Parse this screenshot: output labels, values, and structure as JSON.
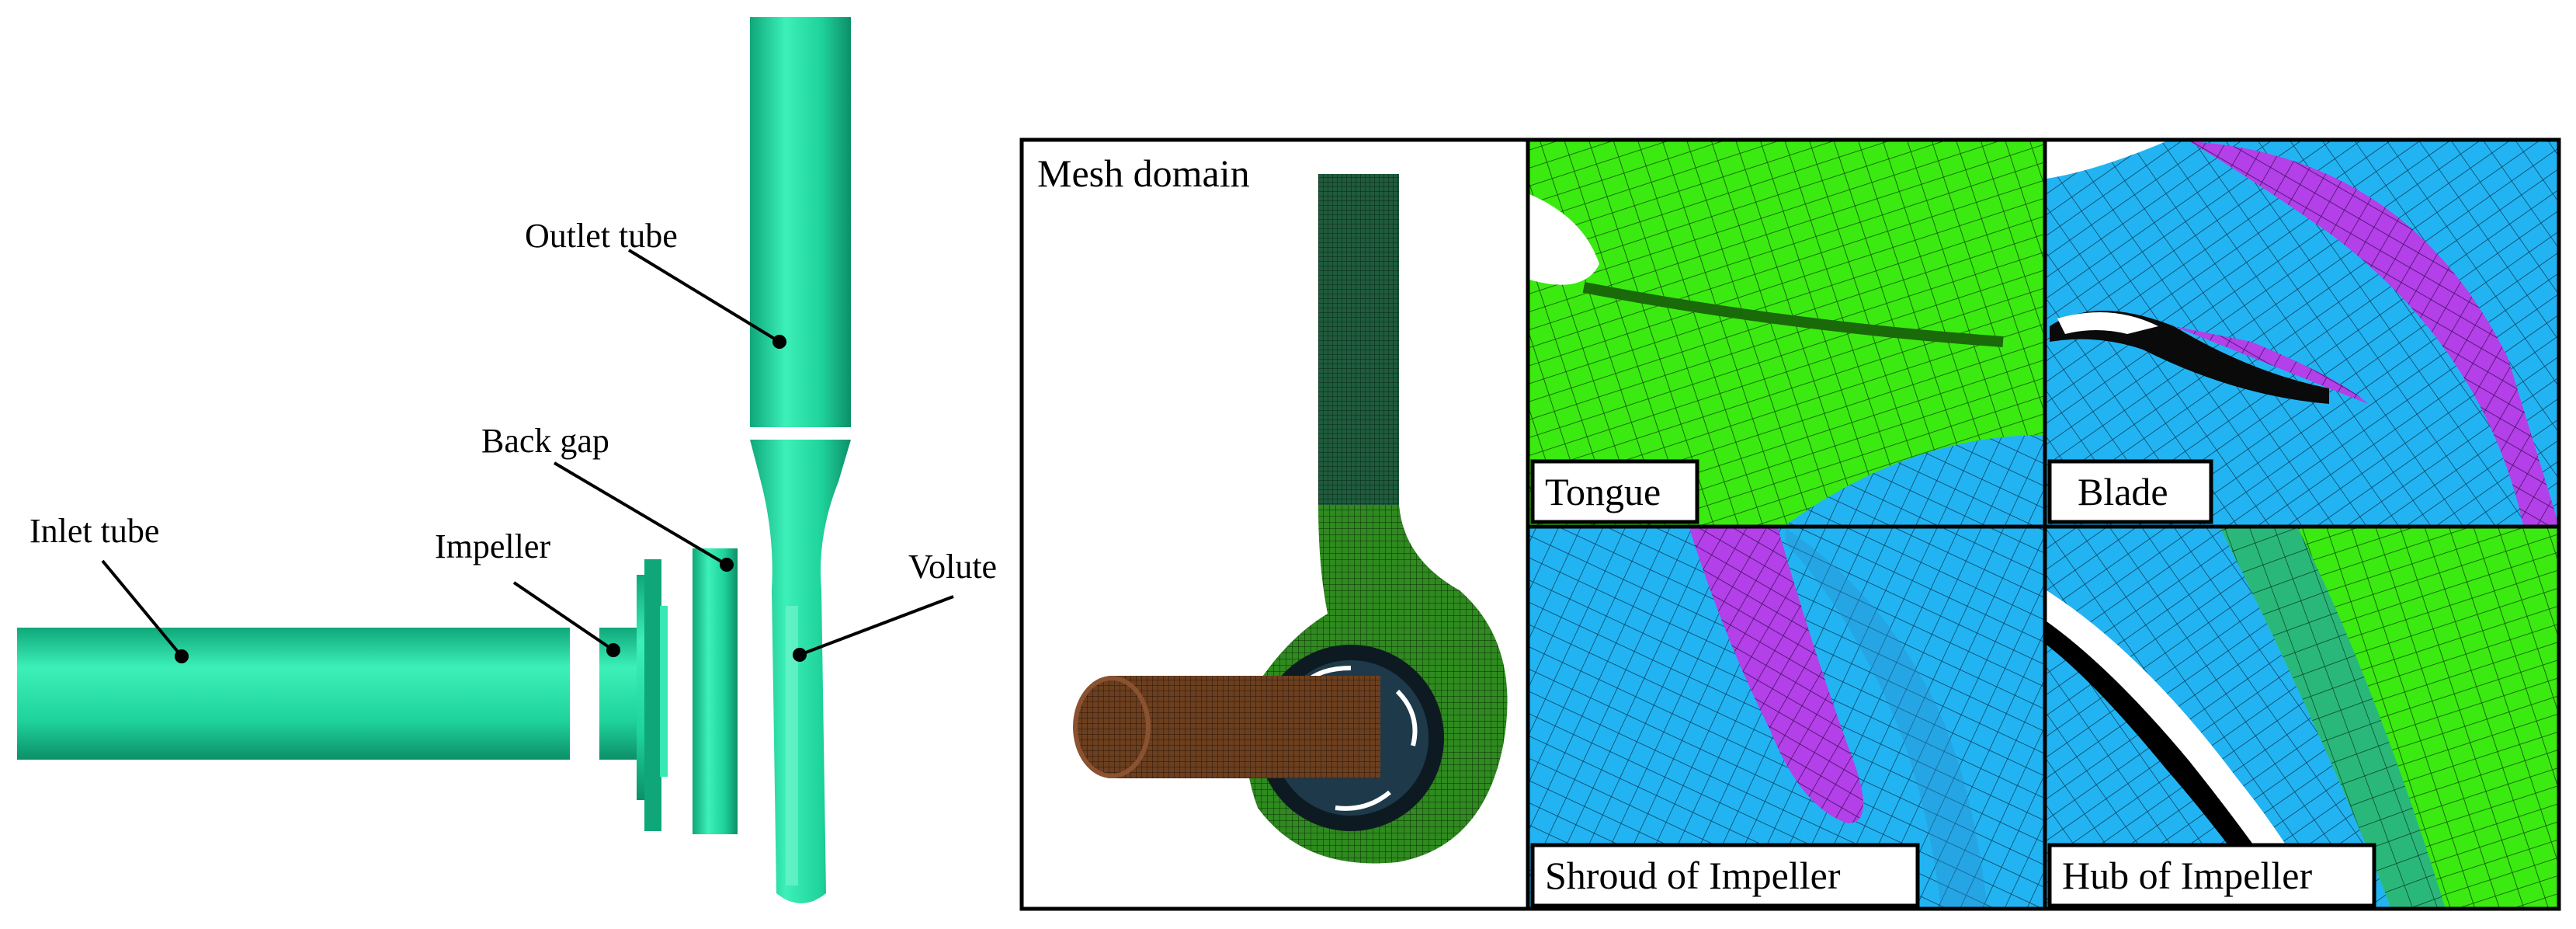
{
  "left_figure": {
    "labels": {
      "outlet_tube": "Outlet tube",
      "back_gap": "Back gap",
      "inlet_tube": "Inlet tube",
      "impeller": "Impeller",
      "volute": "Volute"
    },
    "colors": {
      "body": "#22e0a6",
      "body_dark": "#0fa77a",
      "body_light": "#7af5cf"
    }
  },
  "right_figure": {
    "mesh_domain_title": "Mesh domain",
    "panels": {
      "tongue": "Tongue",
      "blade": "Blade",
      "shroud": "Shroud of  Impeller",
      "hub": "Hub of  Impeller"
    },
    "colors": {
      "volute_mesh": "#2f8a1f",
      "inlet_mesh": "#6b3f1f",
      "green_mesh": "#3bea10",
      "blue_mesh": "#22b4f2",
      "purple_mesh": "#b340e8",
      "dark_green_mesh": "#2ab87a"
    }
  }
}
